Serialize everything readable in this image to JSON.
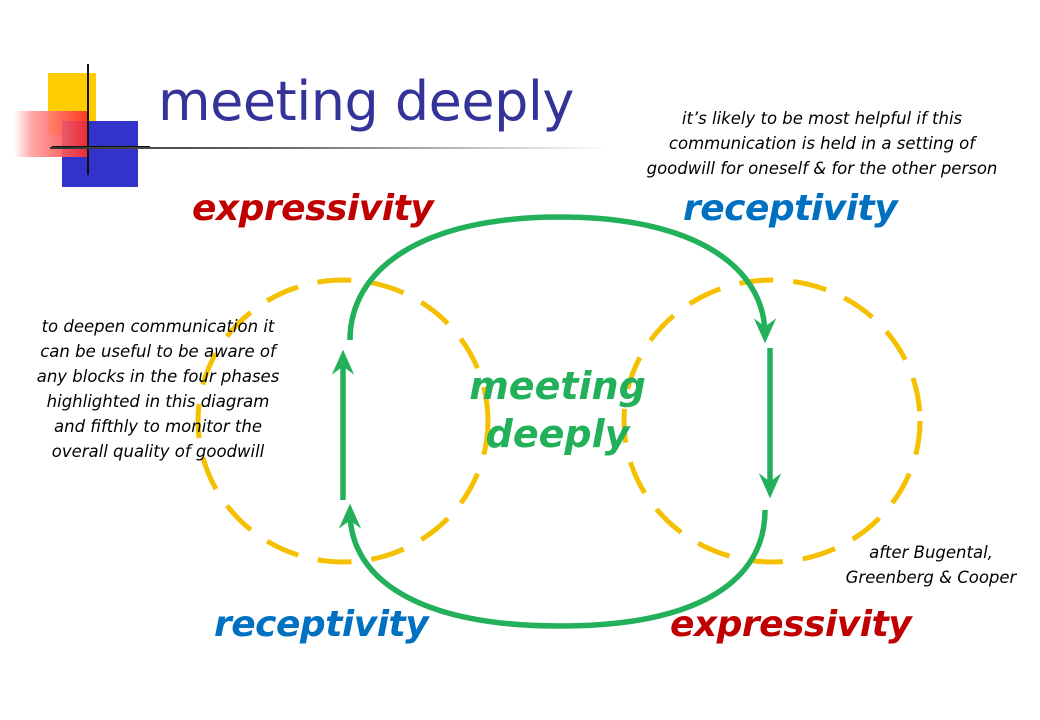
{
  "title": "meeting deeply",
  "center_label": [
    "meeting",
    "deeply"
  ],
  "labels": {
    "top_left": "expressivity",
    "top_right": "receptivity",
    "bottom_left": "receptivity",
    "bottom_right": "expressivity"
  },
  "notes": {
    "top_right": [
      "it’s likely to be most helpful if this",
      "communication is held in a setting of",
      "goodwill for oneself & for the other person"
    ],
    "left": [
      "to deepen communication it",
      "can be useful to be aware of",
      "any blocks in the four phases",
      "highlighted in this diagram",
      "and fifthly to monitor the",
      "overall quality of goodwill"
    ],
    "credit": [
      "after Bugental,",
      "Greenberg & Cooper"
    ]
  },
  "colors": {
    "title": "#333399",
    "expressivity": "#c00000",
    "receptivity": "#0070c0",
    "loop_arrow": "#22b05a",
    "dashed_circles": "#f5c000"
  },
  "icons": [
    "arrow-up-icon",
    "arrow-down-icon"
  ]
}
